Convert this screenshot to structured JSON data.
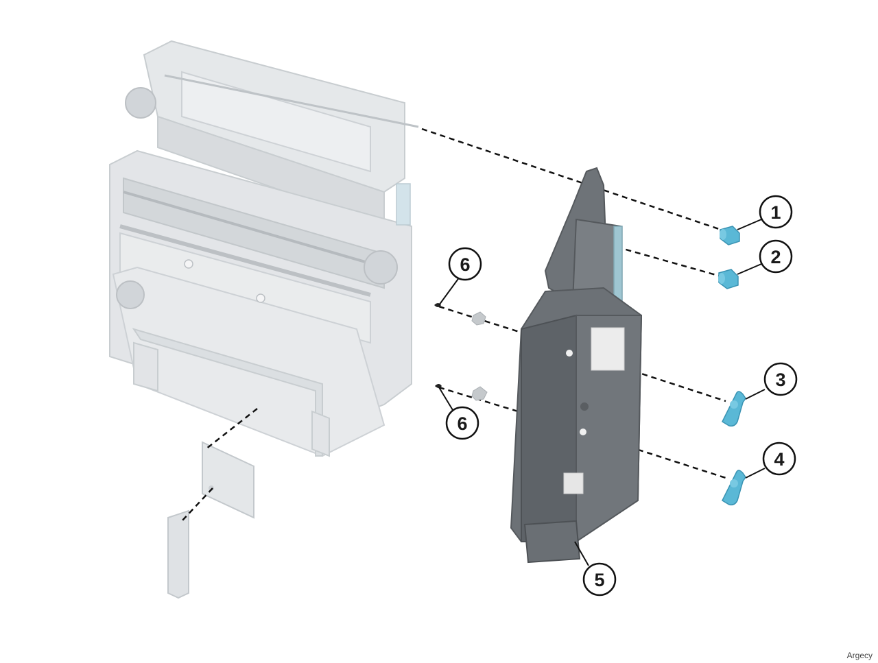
{
  "callouts": [
    {
      "id": "1",
      "label": "1"
    },
    {
      "id": "2",
      "label": "2"
    },
    {
      "id": "3",
      "label": "3"
    },
    {
      "id": "4",
      "label": "4"
    },
    {
      "id": "5",
      "label": "5"
    },
    {
      "id": "6a",
      "label": "6"
    },
    {
      "id": "6b",
      "label": "6"
    }
  ],
  "watermark": "Argecy",
  "colors": {
    "faded_assembly": "#d9dde0",
    "faded_assembly_dark": "#bfc4c8",
    "bracket": "#6e7378",
    "bracket_dark": "#55595d",
    "knob_blue": "#5ab8d6",
    "knob_blue_dark": "#3a93b3",
    "dash": "#111111"
  },
  "icons": {
    "thumbscrew": "thumbscrew-icon",
    "wing_knob": "wing-knob-icon",
    "e_clip": "e-clip-icon",
    "bushing": "bushing-icon"
  }
}
